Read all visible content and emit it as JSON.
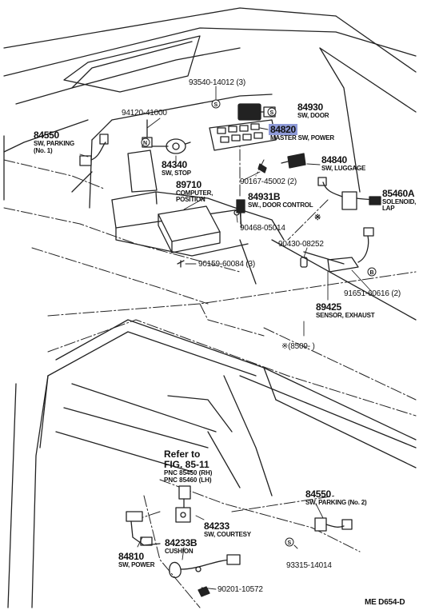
{
  "parts": {
    "p93540": {
      "number": "93540-14012 (3)"
    },
    "p84930": {
      "number": "84930",
      "desc": "SW, DOOR"
    },
    "p94120": {
      "number": "94120-41000"
    },
    "p84820": {
      "number": "84820",
      "desc": "MASTER SW, POWER",
      "highlight": "#8f9bd8"
    },
    "p84550a": {
      "number": "84550",
      "desc1": "SW, PARKING",
      "desc2": "(No. 1)"
    },
    "p84340": {
      "number": "84340",
      "desc": "SW, STOP"
    },
    "p84840": {
      "number": "84840",
      "desc": "SW, LUGGAGE"
    },
    "p89710": {
      "number": "89710",
      "desc1": "COMPUTER,",
      "desc2": "POSITION"
    },
    "p90167": {
      "number": "90167-45002 (2)"
    },
    "p84931": {
      "number": "84931B",
      "desc": "SW., DOOR CONTROL"
    },
    "p85460": {
      "number": "85460A",
      "desc1": "SOLENOID,",
      "desc2": "LAP"
    },
    "p90468": {
      "number": "90468-05014"
    },
    "p90430": {
      "number": "90430-08252"
    },
    "p90159": {
      "number": "90159-60084 (3)"
    },
    "p91651": {
      "number": "91651-60616 (2)"
    },
    "p89425": {
      "number": "89425",
      "desc": "SENSOR, EXHAUST"
    },
    "p84550b": {
      "number": "84550",
      "desc": "SW, PARKING (No. 2)"
    },
    "p84233": {
      "number": "84233",
      "desc": "SW, COURTESY"
    },
    "p84233b": {
      "number": "84233B",
      "desc": "CUSHION"
    },
    "p84810": {
      "number": "84810",
      "desc": "SW, POWER"
    },
    "p93315": {
      "number": "93315-14014"
    },
    "p90201": {
      "number": "90201-10572"
    }
  },
  "note": {
    "text": "※(8509-      )",
    "asterisk": "※"
  },
  "reference": {
    "line1": "Refer to",
    "line2": "FIG. 85-11",
    "line3": "PNC 85450 (RH)",
    "line4": "PNC 85460 (LH)"
  },
  "markers": {
    "s": "S",
    "b": "B"
  },
  "footer": {
    "code": "ME  D654-D"
  }
}
